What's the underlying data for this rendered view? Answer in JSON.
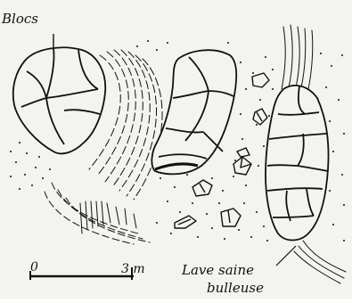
{
  "labels": {
    "blocs": "Blocs",
    "lave_line1": "Lave saine",
    "lave_line2": "bulleuse"
  },
  "scale": {
    "start": "0",
    "end": "3 m"
  },
  "colors": {
    "paper": "#f3f3ef",
    "ink": "#111111"
  }
}
